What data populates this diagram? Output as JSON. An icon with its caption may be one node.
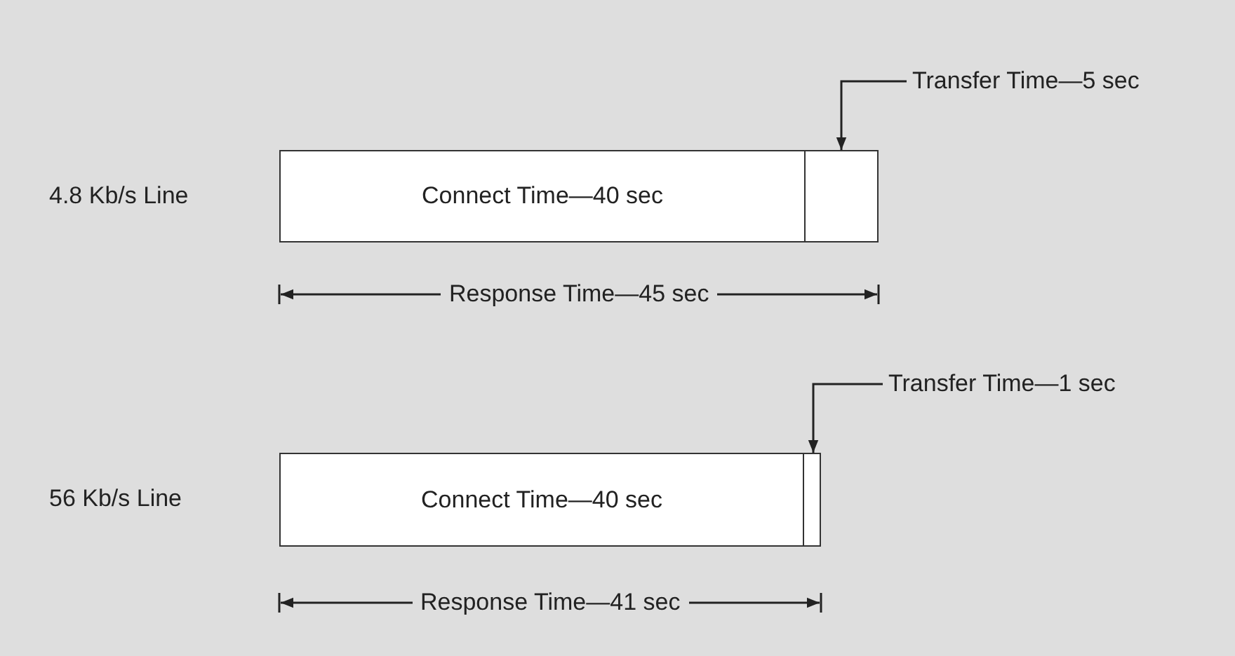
{
  "diagram": {
    "nodes": [
      {
        "text": [
          "Connect Time—40 sec"
        ]
      },
      {
        "text": [],
        "shape": "box"
      },
      {
        "text": [
          "Transfer Time—5 sec"
        ]
      },
      {
        "text": [
          "Connect Time—40 sec"
        ]
      },
      {
        "text": [],
        "shape": "box"
      },
      {
        "text": [
          "Transfer Time—1 sec"
        ]
      }
    ],
    "edges": [
      {
        "from": 2,
        "to": 1,
        "arrow": "to"
      },
      {
        "from": 5,
        "to": 4,
        "arrow": "to"
      }
    ],
    "labels": [
      "4.8 Kb/s Line",
      "Response Time—45 sec",
      "56 Kb/s Line",
      "Response Time—41 sec"
    ]
  }
}
